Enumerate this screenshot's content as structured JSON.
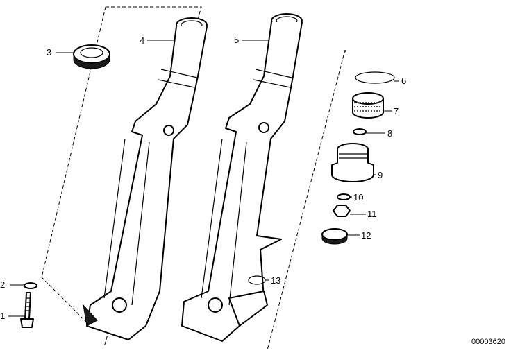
{
  "callouts": {
    "c1": "1",
    "c2": "2",
    "c3": "3",
    "c4": "4",
    "c5": "5",
    "c6": "6",
    "c7": "7",
    "c8": "8",
    "c9": "9",
    "c10": "10",
    "c11": "11",
    "c12": "12",
    "c13": "13"
  },
  "doc_number": "00003620"
}
